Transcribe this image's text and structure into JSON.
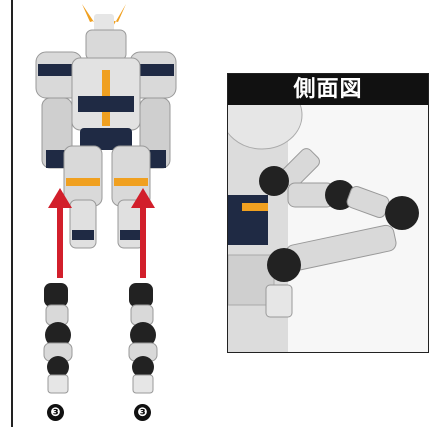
{
  "side_view_panel": {
    "title": "側面図"
  },
  "step_badges": {
    "left": "❸",
    "right": "❸"
  },
  "colors": {
    "robot_white": "#d9d9d9",
    "robot_navy": "#1f2a44",
    "accent_orange": "#f0a020",
    "arrow_red": "#d21f2b",
    "joint_black": "#222222"
  }
}
